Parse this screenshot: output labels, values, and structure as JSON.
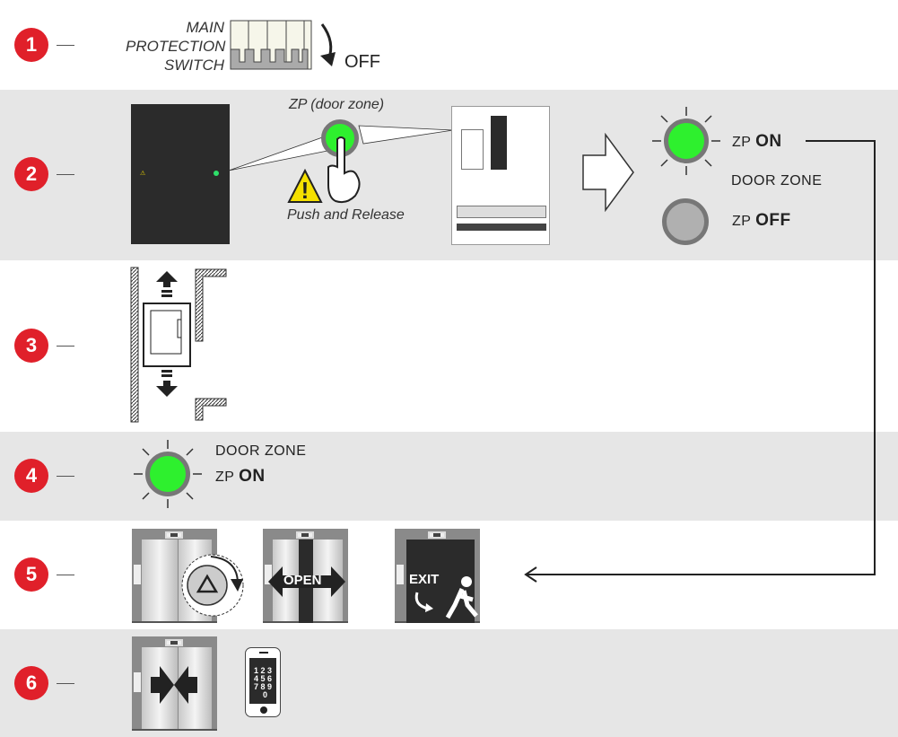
{
  "steps": [
    "1",
    "2",
    "3",
    "4",
    "5",
    "6"
  ],
  "step1": {
    "switch_label_lines": [
      "MAIN",
      "PROTECTION",
      "SWITCH"
    ],
    "off_label": "OFF"
  },
  "step2": {
    "button_label": "ZP (door zone)",
    "instruction": "Push and Release",
    "zp_prefix": "ZP",
    "on_label": "ON",
    "off_label": "OFF",
    "door_zone": "DOOR ZONE"
  },
  "step4": {
    "door_zone": "DOOR ZONE",
    "zp_prefix": "ZP",
    "on_label": "ON"
  },
  "step5": {
    "open_label": "OPEN",
    "exit_label": "EXIT"
  },
  "step6": {
    "keypad": "1 2 3\n4 5 6\n7 8 9\n  0"
  },
  "colors": {
    "badge": "#e0202a",
    "led_on": "#2ef02e",
    "led_off": "#b0b0b0",
    "band": "#e6e6e6"
  }
}
